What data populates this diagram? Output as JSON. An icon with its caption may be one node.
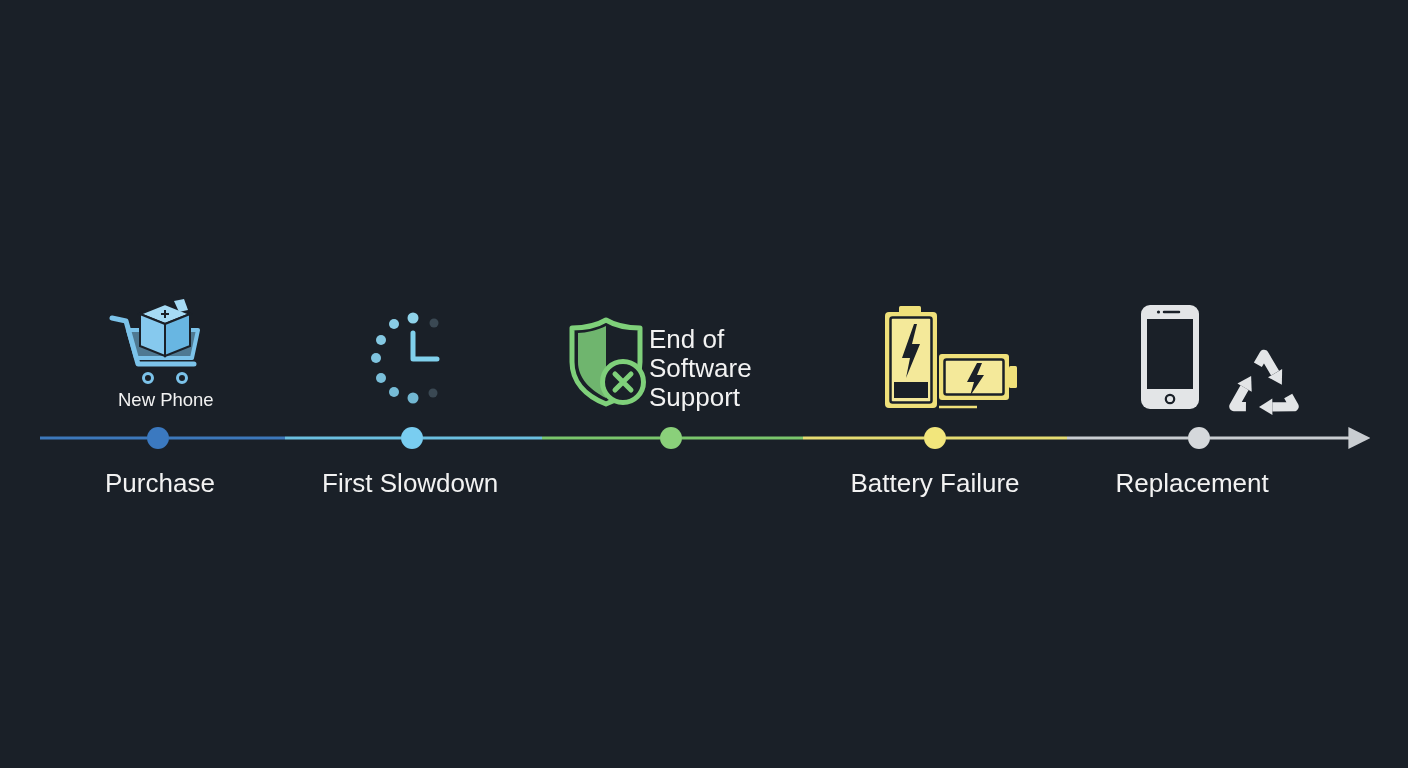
{
  "diagram": {
    "nodes": [
      {
        "text": [],
        "shape": "circle",
        "beside": [
          "New Phone",
          "Purchase"
        ]
      },
      {
        "text": [],
        "shape": "circle",
        "beside": [
          "First Slowdown"
        ]
      },
      {
        "text": [],
        "shape": "circle",
        "beside": [
          "End of Software Support"
        ]
      },
      {
        "text": [],
        "shape": "circle",
        "beside": [
          "Battery Failure"
        ]
      },
      {
        "text": [],
        "shape": "circle",
        "beside": [
          "Replacement"
        ]
      }
    ],
    "edges": [
      {
        "from": null,
        "to": 0,
        "arrow": "none",
        "color": "#3d78bb"
      },
      {
        "from": 0,
        "to": 1,
        "arrow": "none",
        "color": "#3d78bb"
      },
      {
        "from": 1,
        "to": 2,
        "arrow": "none",
        "color": "#6bbfe0"
      },
      {
        "from": 2,
        "to": 3,
        "arrow": "none",
        "color": "#7ac66c"
      },
      {
        "from": 3,
        "to": 4,
        "arrow": "none",
        "color": "#e5dc72"
      },
      {
        "from": 4,
        "to": null,
        "arrow": "to",
        "color": "#c9cdd1"
      }
    ]
  }
}
